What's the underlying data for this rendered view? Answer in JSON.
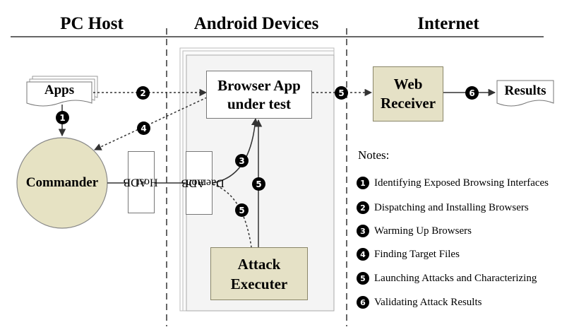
{
  "headers": {
    "pc_host": "PC Host",
    "android_devices": "Android Devices",
    "internet": "Internet"
  },
  "nodes": {
    "apps": "Apps",
    "browser_line1": "Browser App",
    "browser_line2": "under test",
    "web_line1": "Web",
    "web_line2": "Receiver",
    "results": "Results",
    "commander": "Commander",
    "adb_host_line1": "ADB",
    "adb_host_line2": "Host",
    "adb_daemon_line1": "ADB",
    "adb_daemon_line2": "Daemon",
    "attack_line1": "Attack",
    "attack_line2": "Executer"
  },
  "step_badges": {
    "s1": "1",
    "s2": "2",
    "s3": "3",
    "s4": "4",
    "s5a": "5",
    "s5b": "5",
    "s5c": "5",
    "s6": "6"
  },
  "notes": {
    "title": "Notes:",
    "items": [
      {
        "num": "1",
        "text": "Identifying Exposed Browsing Interfaces"
      },
      {
        "num": "2",
        "text": "Dispatching and Installing Browsers"
      },
      {
        "num": "3",
        "text": "Warming Up Browsers"
      },
      {
        "num": "4",
        "text": "Finding Target Files"
      },
      {
        "num": "5",
        "text": "Launching Attacks and Characterizing"
      },
      {
        "num": "6",
        "text": "Validating Attack Results"
      }
    ]
  },
  "colors": {
    "component_fill": "#e5e1c6",
    "commander_fill": "#e6e2c3",
    "badge": "#000000"
  }
}
